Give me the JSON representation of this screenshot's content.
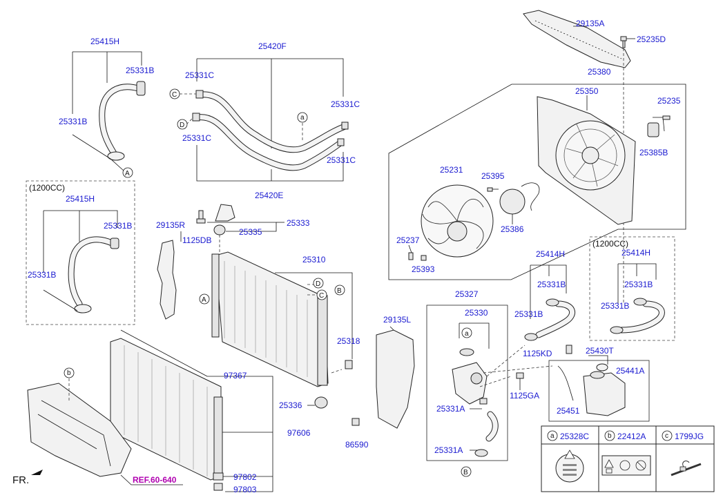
{
  "labels": {
    "p25415H": "25415H",
    "p25331B_a": "25331B",
    "p25331B_b": "25331B",
    "p25420F": "25420F",
    "p25331C_a": "25331C",
    "p25331C_b": "25331C",
    "p25331C_c": "25331C",
    "p25331C_d": "25331C",
    "p25420E": "25420E",
    "p29135A": "29135A",
    "p25235D": "25235D",
    "p25380": "25380",
    "p25350": "25350",
    "p25235": "25235",
    "p25385B": "25385B",
    "p25231": "25231",
    "p25395": "25395",
    "p25386": "25386",
    "p25237": "25237",
    "p25393": "25393",
    "cc1200_left": "(1200CC)",
    "p25415H_2": "25415H",
    "p25331B_c": "25331B",
    "p25331B_d": "25331B",
    "p29135R": "29135R",
    "p1125DB": "1125DB",
    "p25335": "25335",
    "p25333": "25333",
    "p25310": "25310",
    "p25318": "25318",
    "p25336": "25336",
    "p97367": "97367",
    "p97606": "97606",
    "p97802": "97802",
    "p97803": "97803",
    "p29135L": "29135L",
    "p86590": "86590",
    "p25327": "25327",
    "p25330": "25330",
    "p25331A_a": "25331A",
    "p25331A_b": "25331A",
    "p25414H": "25414H",
    "p25331B_e": "25331B",
    "p25331B_f": "25331B",
    "cc1200_right": "(1200CC)",
    "p25414H_2": "25414H",
    "p25331B_g": "25331B",
    "p25331B_h": "25331B",
    "p1125KD": "1125KD",
    "p25430T": "25430T",
    "p25441A": "25441A",
    "p1125GA": "1125GA",
    "p25451": "25451",
    "ref": "REF.60-640",
    "fr": "FR."
  },
  "callouts": {
    "A": "A",
    "B": "B",
    "C": "C",
    "D": "D",
    "a": "a",
    "b": "b",
    "c": "c"
  },
  "legend": {
    "a_code": "25328C",
    "b_code": "22412A",
    "c_code": "1799JG"
  }
}
